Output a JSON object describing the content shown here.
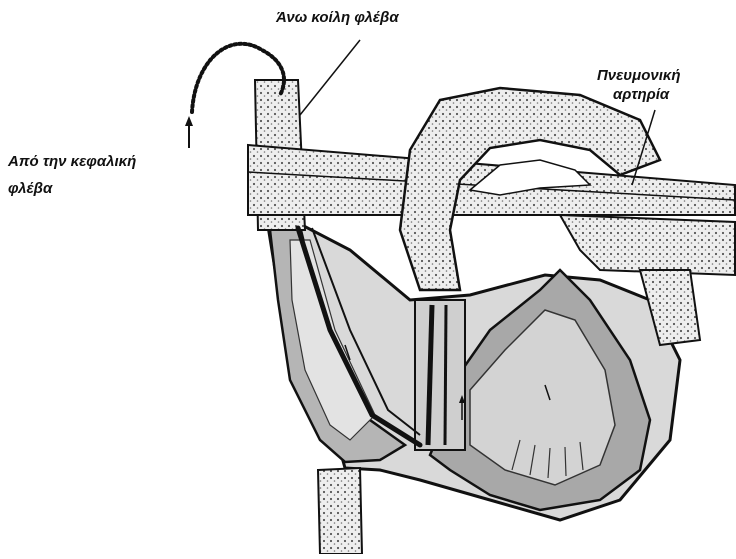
{
  "labels": {
    "superior_vena_cava": "Άνω κοίλη φλέβα",
    "pulmonary_artery_line1": "Πνευμονική",
    "pulmonary_artery_line2": "αρτηρία",
    "from_cephalic_vein_line1": "Από την κεφαλική",
    "from_cephalic_vein_line2": "φλέβα"
  },
  "colors": {
    "ink": "#111111",
    "wall_gray": "#a9a9a9",
    "chamber_gray": "#d6d6d6",
    "stipple": "#e4e4e4"
  }
}
